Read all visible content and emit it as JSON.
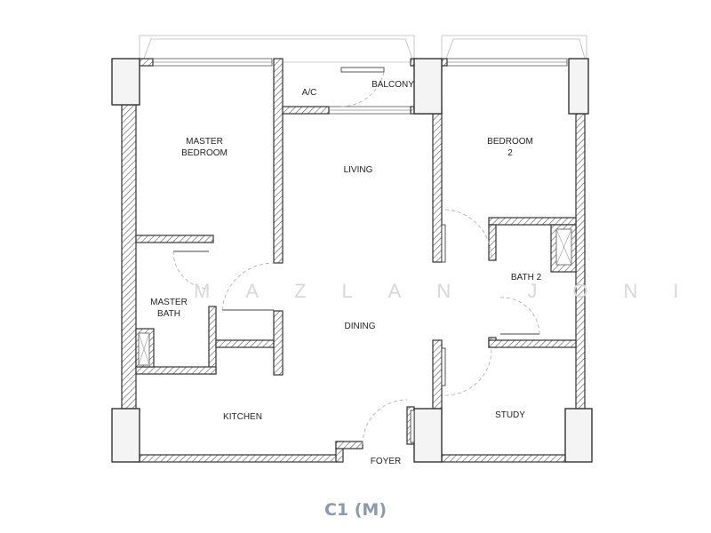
{
  "plan": {
    "title": "C1 (M)",
    "watermark": "MAZLAN JONI",
    "rooms": {
      "master_bedroom": [
        "MASTER",
        "BEDROOM"
      ],
      "ac": "A/C",
      "balcony": "BALCONY",
      "living": "LIVING",
      "bedroom2": [
        "BEDROOM",
        "2"
      ],
      "master_bath": [
        "MASTER",
        "BATH"
      ],
      "dining": "DINING",
      "bath2": "BATH 2",
      "kitchen": "KITCHEN",
      "study": "STUDY",
      "foyer": "FOYER"
    },
    "colors": {
      "title": "#8a9bb0",
      "wall": "#333333"
    }
  }
}
